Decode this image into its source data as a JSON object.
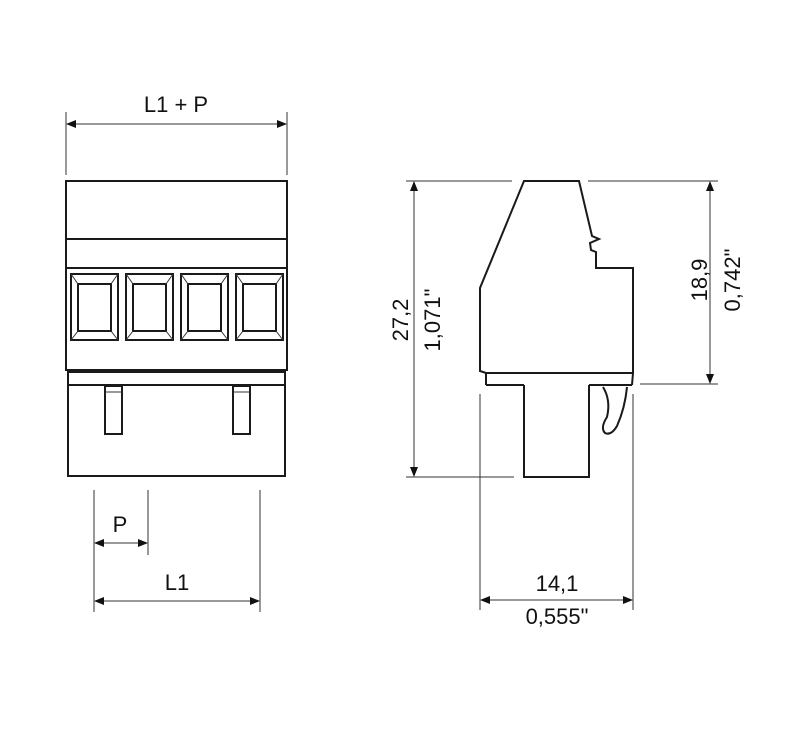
{
  "front_view": {
    "top_dimension": "L1 + P",
    "pitch_dimension": "P",
    "length_dimension": "L1",
    "pole_count": 4
  },
  "side_view": {
    "height_total_mm": "27,2",
    "height_total_in": "1,071\"",
    "height_upper_mm": "18,9",
    "height_upper_in": "0,742\"",
    "depth_mm": "14,1",
    "depth_in": "0,555\""
  }
}
